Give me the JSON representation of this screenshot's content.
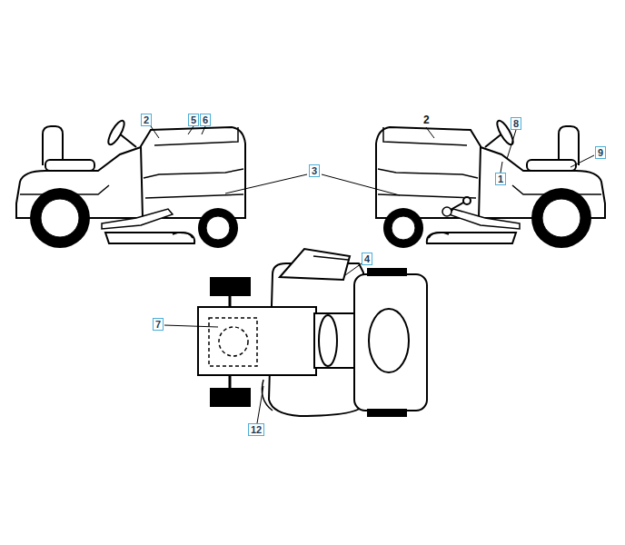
{
  "diagram": {
    "nodes": [
      {
        "text": [
          "2"
        ]
      },
      {
        "text": [
          "5"
        ]
      },
      {
        "text": [
          "6"
        ]
      },
      {
        "text": [
          "8"
        ]
      },
      {
        "text": [
          "9"
        ]
      },
      {
        "text": [
          "3"
        ]
      },
      {
        "text": [
          "1"
        ]
      },
      {
        "text": [
          "4"
        ]
      },
      {
        "text": [
          "7"
        ]
      },
      {
        "text": [
          "12"
        ]
      }
    ],
    "labels": [
      "2"
    ]
  }
}
